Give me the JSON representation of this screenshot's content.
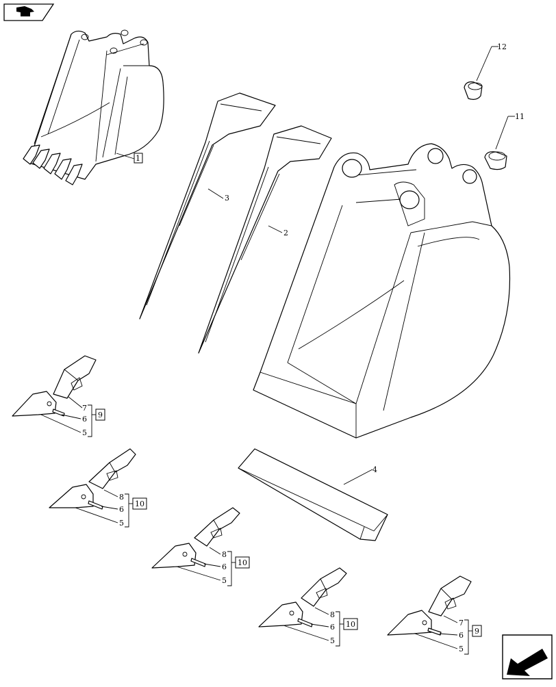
{
  "nav": {
    "top_icon": "book-page-nav-icon",
    "bottom_icon": "next-page-arrow-icon"
  },
  "callouts": {
    "c1": "1",
    "c2": "2",
    "c3": "3",
    "c4": "4",
    "c11": "11",
    "c12": "12",
    "g1": {
      "a": "7",
      "b": "6",
      "c": "5",
      "group": "9"
    },
    "g2": {
      "a": "8",
      "b": "6",
      "c": "5",
      "group": "10"
    },
    "g3": {
      "a": "8",
      "b": "6",
      "c": "5",
      "group": "10"
    },
    "g4": {
      "a": "8",
      "b": "6",
      "c": "5",
      "group": "10"
    },
    "g5": {
      "a": "7",
      "b": "6",
      "c": "5",
      "group": "9"
    }
  }
}
